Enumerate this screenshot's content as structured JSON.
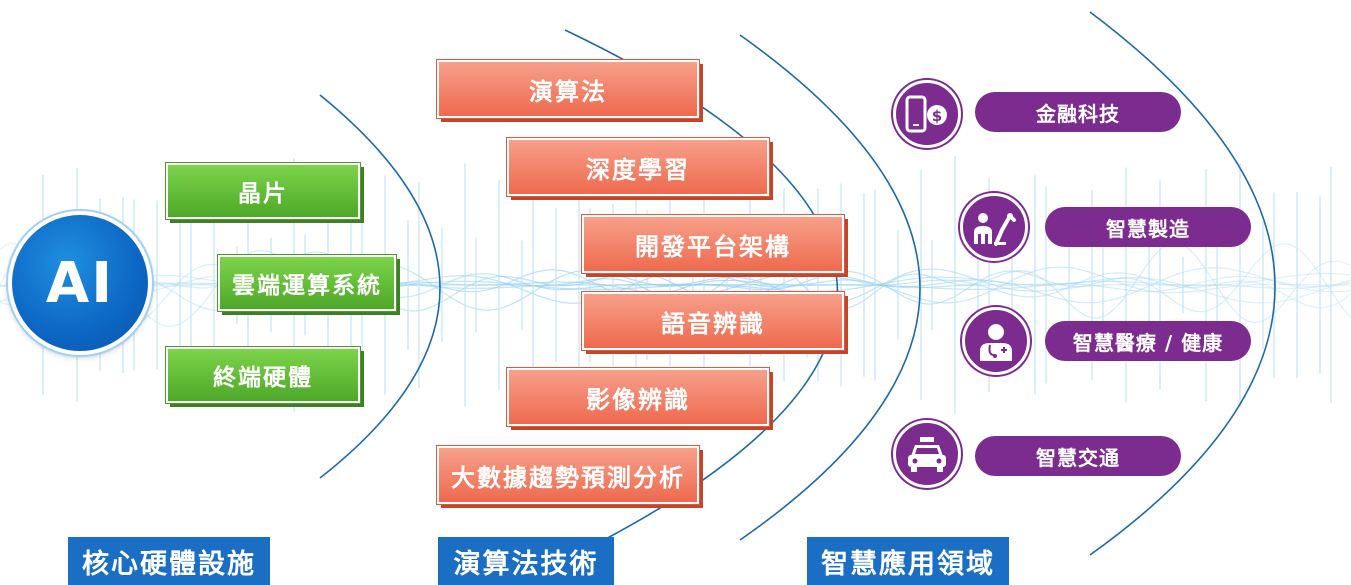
{
  "center": {
    "label": "AI"
  },
  "hardware": {
    "items": [
      "晶片",
      "雲端運算系統",
      "終端硬體"
    ],
    "section_label": "核心硬體設施"
  },
  "algorithms": {
    "items": [
      "演算法",
      "深度學習",
      "開發平台架構",
      "語音辨識",
      "影像辨識",
      "大數據趨勢預測分析"
    ],
    "section_label": "演算法技術"
  },
  "applications": {
    "items": [
      {
        "label": "金融科技",
        "icon": "phone-dollar-icon"
      },
      {
        "label": "智慧製造",
        "icon": "robot-arm-icon"
      },
      {
        "label": "智慧醫療 / 健康",
        "icon": "doctor-icon"
      },
      {
        "label": "智慧交通",
        "icon": "taxi-icon"
      }
    ],
    "section_label": "智慧應用領域"
  },
  "colors": {
    "blue": "#1a6fc4",
    "green": "#5cb531",
    "orange": "#f07a5e",
    "purple": "#7b2c8e",
    "arc": "#1e6aa8",
    "wave": "#bfe3f7"
  }
}
